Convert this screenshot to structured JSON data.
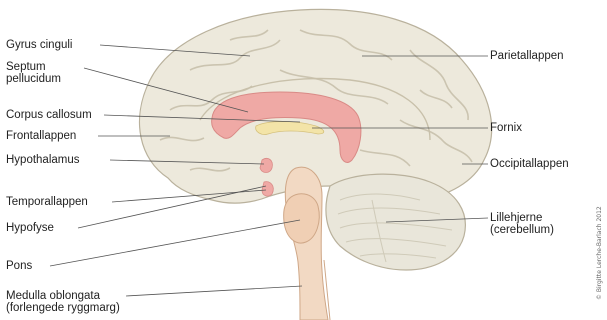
{
  "labels": {
    "gyrus_cinguli": "Gyrus cinguli",
    "septum_pellucidum": "Septum\npellucidum",
    "corpus_callosum": "Corpus callosum",
    "frontallappen": "Frontallappen",
    "hypothalamus": "Hypothalamus",
    "temporallappen": "Temporallappen",
    "hypofyse": "Hypofyse",
    "pons": "Pons",
    "medulla_oblongata": "Medulla oblongata\n(forlengede ryggmarg)",
    "parietallappen": "Parietallappen",
    "fornix": "Fornix",
    "occipitallappen": "Occipitallappen",
    "lillehjerne": "Lillehjerne\n(cerebellum)"
  },
  "credit": "© Birgitte Lerche-Barlach 2012",
  "colors": {
    "cortex": "#ede9dc",
    "sulcus": "#cbc4b0",
    "corpus_callosum": "#efa9a5",
    "fornix": "#f3e4a8",
    "brainstem": "#f2d9c3",
    "cerebellum": "#e9e6da",
    "leader": "#555555"
  }
}
